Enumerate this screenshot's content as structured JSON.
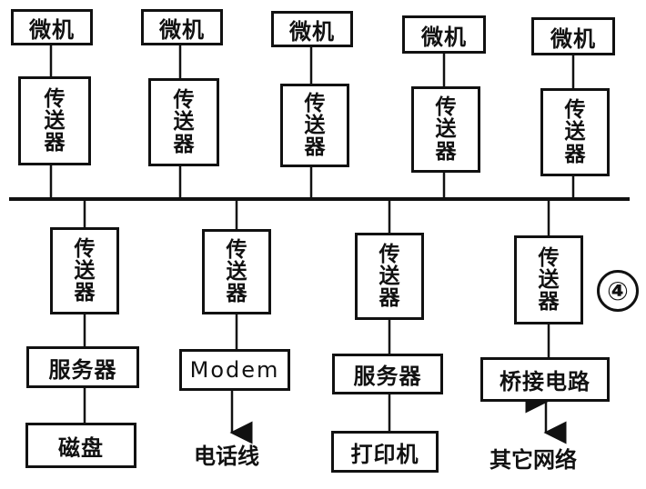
{
  "diagram": {
    "top_nodes": [
      {
        "microcomputer": "微机",
        "transmitter": [
          "传",
          "送",
          "器"
        ]
      },
      {
        "microcomputer": "微机",
        "transmitter": [
          "传",
          "送",
          "器"
        ]
      },
      {
        "microcomputer": "微机",
        "transmitter": [
          "传",
          "送",
          "器"
        ]
      },
      {
        "microcomputer": "微机",
        "transmitter": [
          "传",
          "送",
          "器"
        ]
      },
      {
        "microcomputer": "微机",
        "transmitter": [
          "传",
          "送",
          "器"
        ]
      }
    ],
    "bottom_nodes": [
      {
        "transmitter": [
          "传",
          "送",
          "器"
        ],
        "device": "服务器",
        "attached": "磁盘"
      },
      {
        "transmitter": [
          "传",
          "送",
          "器"
        ],
        "device": "Modem",
        "attached": "电话线"
      },
      {
        "transmitter": [
          "传",
          "送",
          "器"
        ],
        "device": "服务器",
        "attached": "打印机"
      },
      {
        "transmitter": [
          "传",
          "送",
          "器"
        ],
        "device": "桥接电路",
        "attached": "其它网络"
      }
    ],
    "figure_number": "④"
  }
}
